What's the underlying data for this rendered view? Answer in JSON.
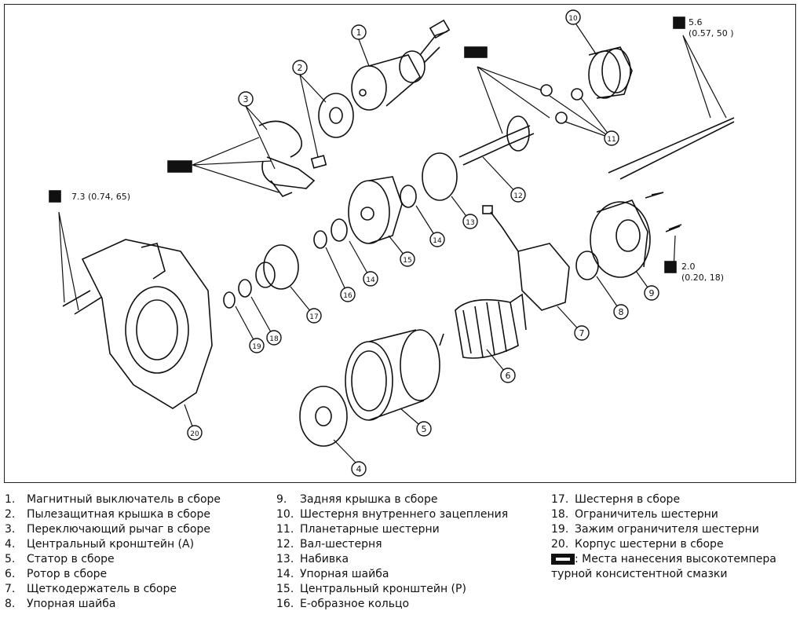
{
  "torques": {
    "t1": {
      "value": "7.3",
      "sub": "(0.74, 65)"
    },
    "t2": {
      "value": "5.6",
      "sub": "(0.57, 50 )"
    },
    "t3": {
      "value": "2.0",
      "sub": "(0.20, 18)"
    }
  },
  "callouts": [
    "1",
    "2",
    "3",
    "4",
    "5",
    "6",
    "7",
    "8",
    "9",
    "10",
    "11",
    "12",
    "13",
    "14",
    "14",
    "15",
    "16",
    "17",
    "18",
    "19",
    "20"
  ],
  "legend": {
    "col1": [
      {
        "n": "1.",
        "t": "Магнитный выключатель в сборе"
      },
      {
        "n": "2.",
        "t": "Пылезащитная крышка в сборе"
      },
      {
        "n": "3.",
        "t": "Переключающий рычаг в сборе"
      },
      {
        "n": "4.",
        "t": "Центральный кронштейн (А)"
      },
      {
        "n": "5.",
        "t": "Статор в сборе"
      },
      {
        "n": "6.",
        "t": "Ротор в сборе"
      },
      {
        "n": "7.",
        "t": "Щеткодержатель в сборе"
      },
      {
        "n": "8.",
        "t": "Упорная шайба"
      }
    ],
    "col2": [
      {
        "n": "9.",
        "t": "Задняя крышка в сборе"
      },
      {
        "n": "10.",
        "t": "Шестерня внутреннего зацепления"
      },
      {
        "n": "11.",
        "t": "Планетарные шестерни"
      },
      {
        "n": "12.",
        "t": "Вал-шестерня"
      },
      {
        "n": "13.",
        "t": "Набивка"
      },
      {
        "n": "14.",
        "t": "Упорная шайба"
      },
      {
        "n": "15.",
        "t": "Центральный кронштейн (Р)"
      },
      {
        "n": "16.",
        "t": "Е-образное кольцо"
      }
    ],
    "col3": [
      {
        "n": "17.",
        "t": "Шестерня в сборе"
      },
      {
        "n": "18.",
        "t": "Ограничитель шестерни"
      },
      {
        "n": "19.",
        "t": "Зажим ограничителя шестерни"
      },
      {
        "n": "20.",
        "t": "Корпус шестерни в сборе"
      }
    ],
    "grease_note_1": ": Места нанесения высокотемпера",
    "grease_note_2": "турной консистентной смазки"
  }
}
